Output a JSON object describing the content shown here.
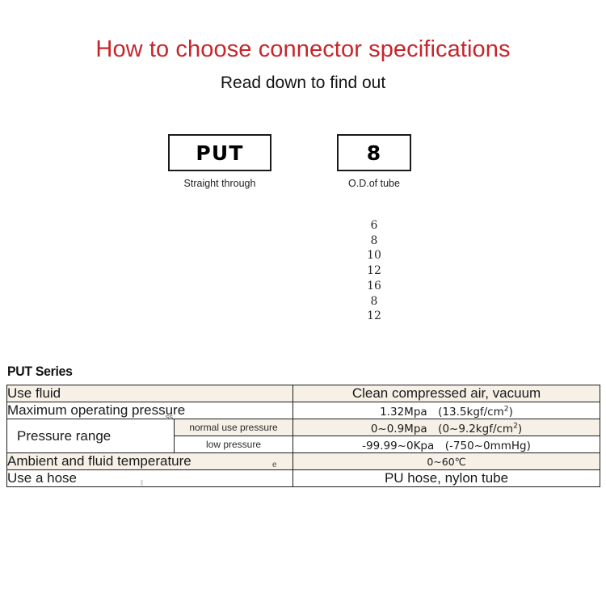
{
  "header": {
    "title": "How to choose connector specifications",
    "subtitle": "Read down to find out"
  },
  "selectors": [
    {
      "code": "PUT",
      "caption": "Straight through"
    },
    {
      "code": "8",
      "caption": "O.D.of tube"
    }
  ],
  "tube_size_options": [
    "6",
    "8",
    "10",
    "12",
    "16",
    "8",
    "12"
  ],
  "spec_section": {
    "label": "PUT Series",
    "rows": [
      {
        "label": "Use fluid",
        "value": "Clean compressed air, vacuum",
        "shaded": true
      },
      {
        "label": "Maximum operating pressure",
        "label_artifact": "ss",
        "value": "1.32Mpa　(13.5kgf/cm",
        "value_sup": "2",
        "value_tail": ")",
        "shaded": false
      },
      {
        "label": "Pressure range",
        "subrows": [
          {
            "sublabel": "normal use pressure",
            "value": "0~0.9Mpa　(0~9.2kgf/cm",
            "value_sup": "2",
            "value_tail": ")",
            "shaded": true
          },
          {
            "sublabel": "low pressure",
            "value": "-99.99~0Kpa　(-750~0mmHg)",
            "shaded": false
          }
        ]
      },
      {
        "label": "Ambient and fluid temperature",
        "label_artifact": "e",
        "value": "0~60℃",
        "shaded": true
      },
      {
        "label": "Use a hose",
        "value": "PU hose, nylon tube",
        "shaded": false
      }
    ]
  },
  "colors": {
    "title_red": "#c8252b",
    "table_shaded": "#f6f0e7",
    "table_border": "#1e1e1e",
    "text": "#1a1a1a"
  }
}
